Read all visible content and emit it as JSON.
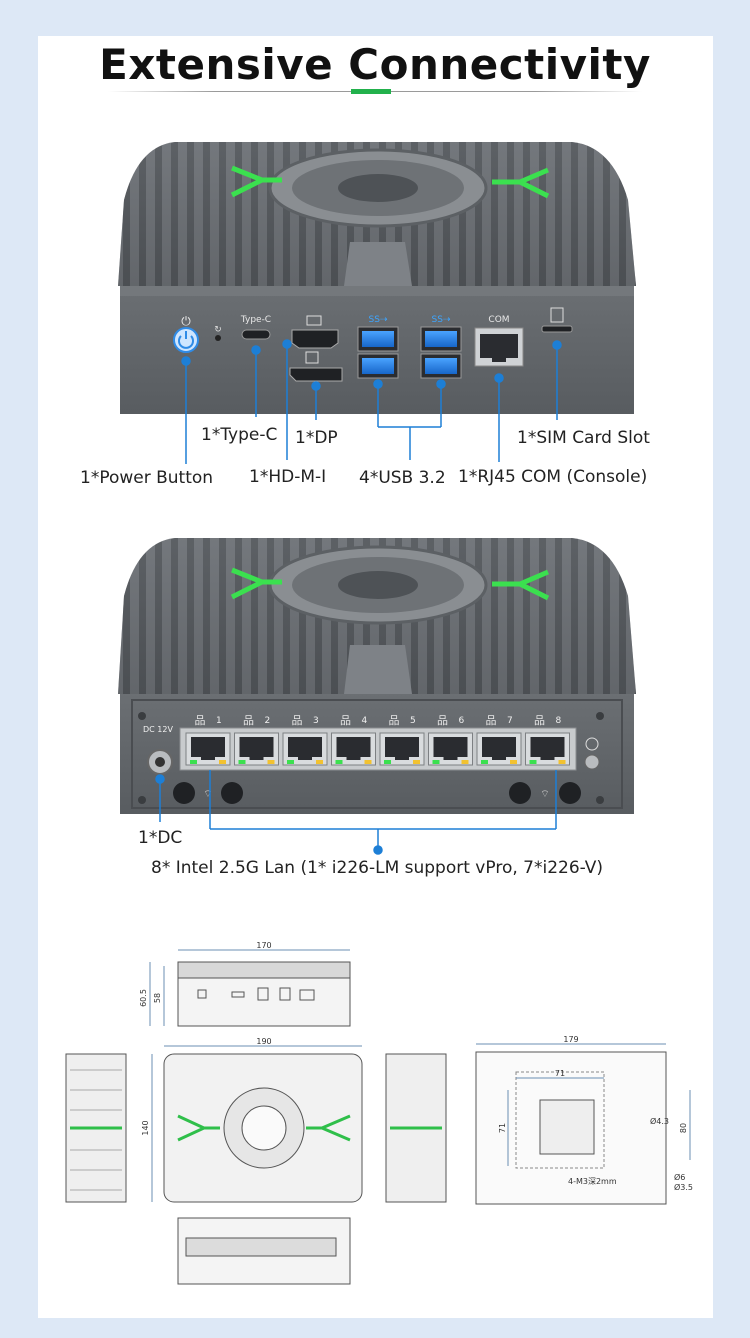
{
  "title": "Extensive Connectivity",
  "front_panel": {
    "port_text": {
      "type_c": "Type-C",
      "com": "COM"
    },
    "callouts": {
      "power_button": "1*Power Button",
      "type_c": "1*Type-C",
      "hdmi": "1*HD-M-I",
      "dp": "1*DP",
      "usb": "4*USB 3.2",
      "rj45_com": "1*RJ45 COM (Console)",
      "sim": "1*SIM Card Slot"
    }
  },
  "rear_panel": {
    "dc_label": "DC 12V",
    "lan_numbers": [
      "1",
      "2",
      "3",
      "4",
      "5",
      "6",
      "7",
      "8"
    ],
    "callouts": {
      "dc": "1*DC",
      "lan": "8* Intel 2.5G Lan (1* i226-LM support  vPro, 7*i226-V)"
    }
  },
  "dimensions": {
    "top_width": "170",
    "height_outer": "60.5",
    "height_inner": "58",
    "body_width": "190",
    "body_depth": "140",
    "bracket_width": "179",
    "hole_spacing_h": "71",
    "hole_spacing_v": "71",
    "bracket_height": "80",
    "hole_note": "4-M3深2mm",
    "dia_small": "Ø4.3",
    "dia_mid": "Ø6",
    "dia_large": "Ø3.5"
  },
  "colors": {
    "accent_green": "#22b14c",
    "callout_blue": "#1d7fd6",
    "chassis": "#5b5f63"
  }
}
